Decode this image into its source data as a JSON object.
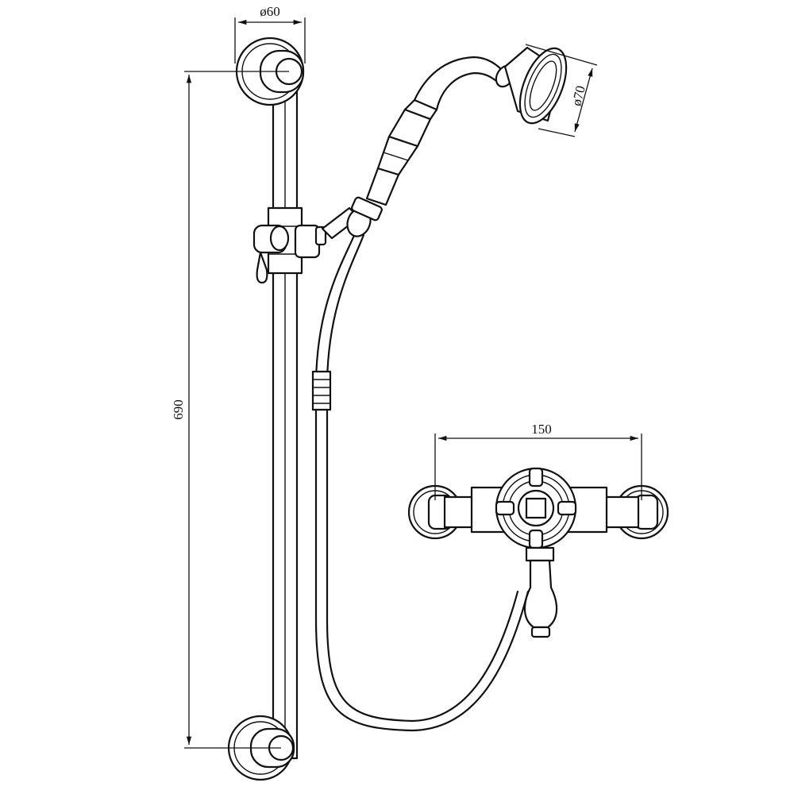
{
  "dimensions": {
    "rail_mount_diameter": "ø60",
    "head_diameter": "ø70",
    "rail_height": "690",
    "valve_centres": "150"
  }
}
